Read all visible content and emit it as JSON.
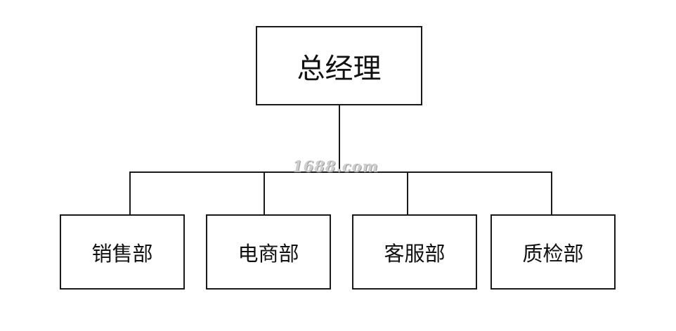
{
  "chart": {
    "root": {
      "label": "总经理"
    },
    "departments": [
      {
        "label": "销售部"
      },
      {
        "label": "电商部"
      },
      {
        "label": "客服部"
      },
      {
        "label": "质检部"
      }
    ]
  },
  "watermark": {
    "text": "1688.com"
  }
}
